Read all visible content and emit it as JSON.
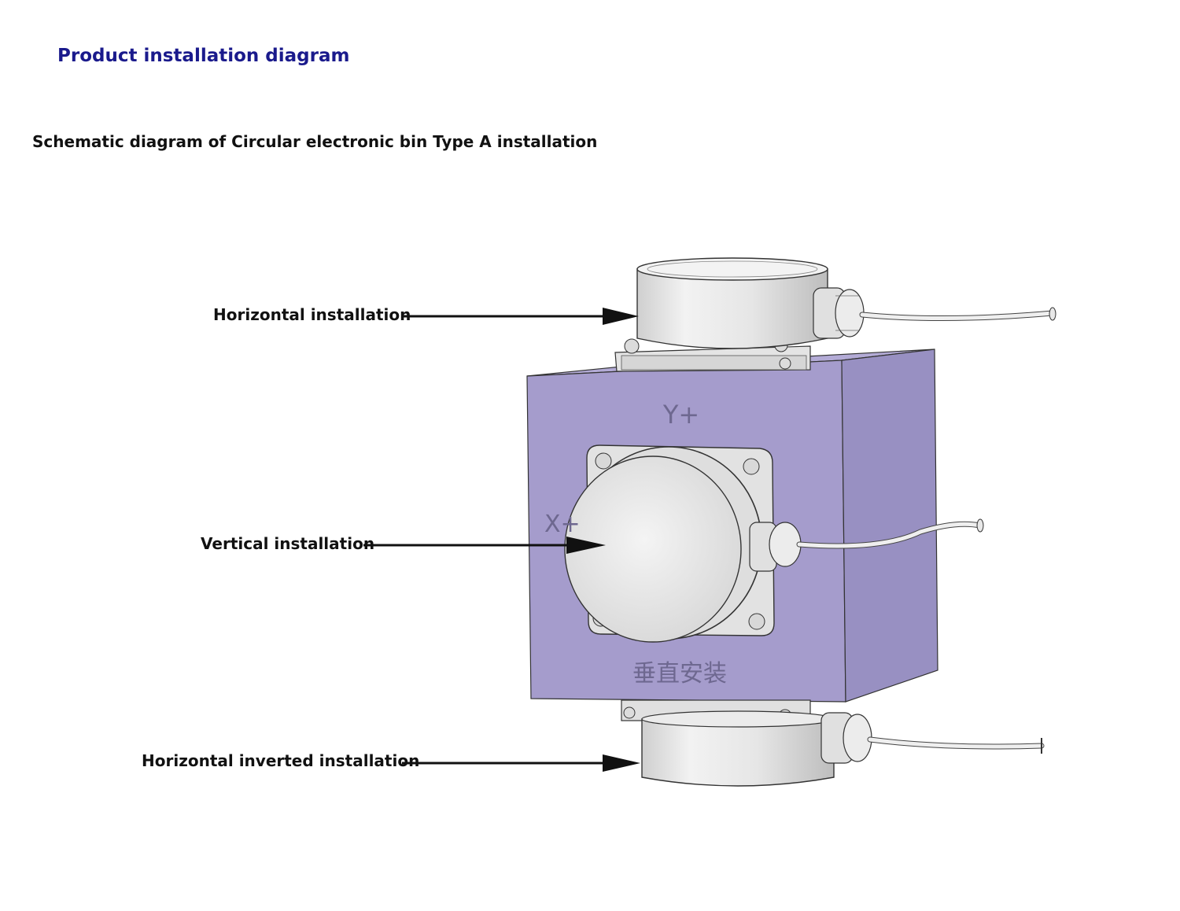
{
  "header": {
    "title": "Product installation diagram",
    "subtitle": "Schematic diagram of Circular electronic bin Type A installation"
  },
  "callouts": {
    "top": "Horizontal installation",
    "middle": "Vertical installation",
    "bottom": "Horizontal inverted installation"
  },
  "block_markings": {
    "y_axis": "Y+",
    "x_axis": "X+",
    "vertical_mark": "垂直安装"
  },
  "colors": {
    "block_front": "#a59ccc",
    "block_side": "#9890c2",
    "block_top": "#b3abd6",
    "sensor_body": "#e8e8e8",
    "outline": "#333333",
    "title": "#1a1a8c"
  }
}
